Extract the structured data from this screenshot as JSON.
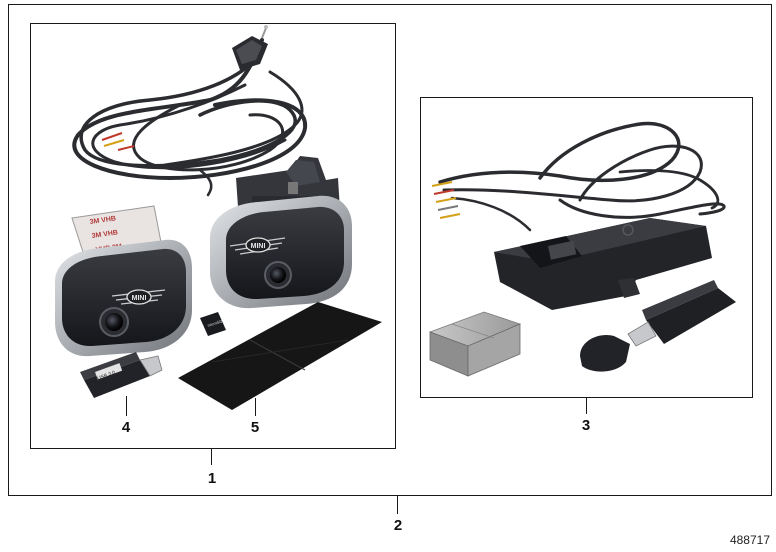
{
  "callouts": {
    "item_1": "1",
    "item_2": "2",
    "item_3": "3",
    "item_4": "4",
    "item_5": "5"
  },
  "image_id": "488717",
  "logo_text": "MINI",
  "sticker_text": "3M VHB",
  "usb_stick_text": "USB 3.0",
  "sd_card_text": "microSD",
  "colors": {
    "frame": "#1a1a1a",
    "device_black": "#1f2024",
    "device_silver": "#b9bdc2",
    "cable": "#2b2c30",
    "pad": "#161616",
    "box_gray": "#a9a9a9"
  }
}
